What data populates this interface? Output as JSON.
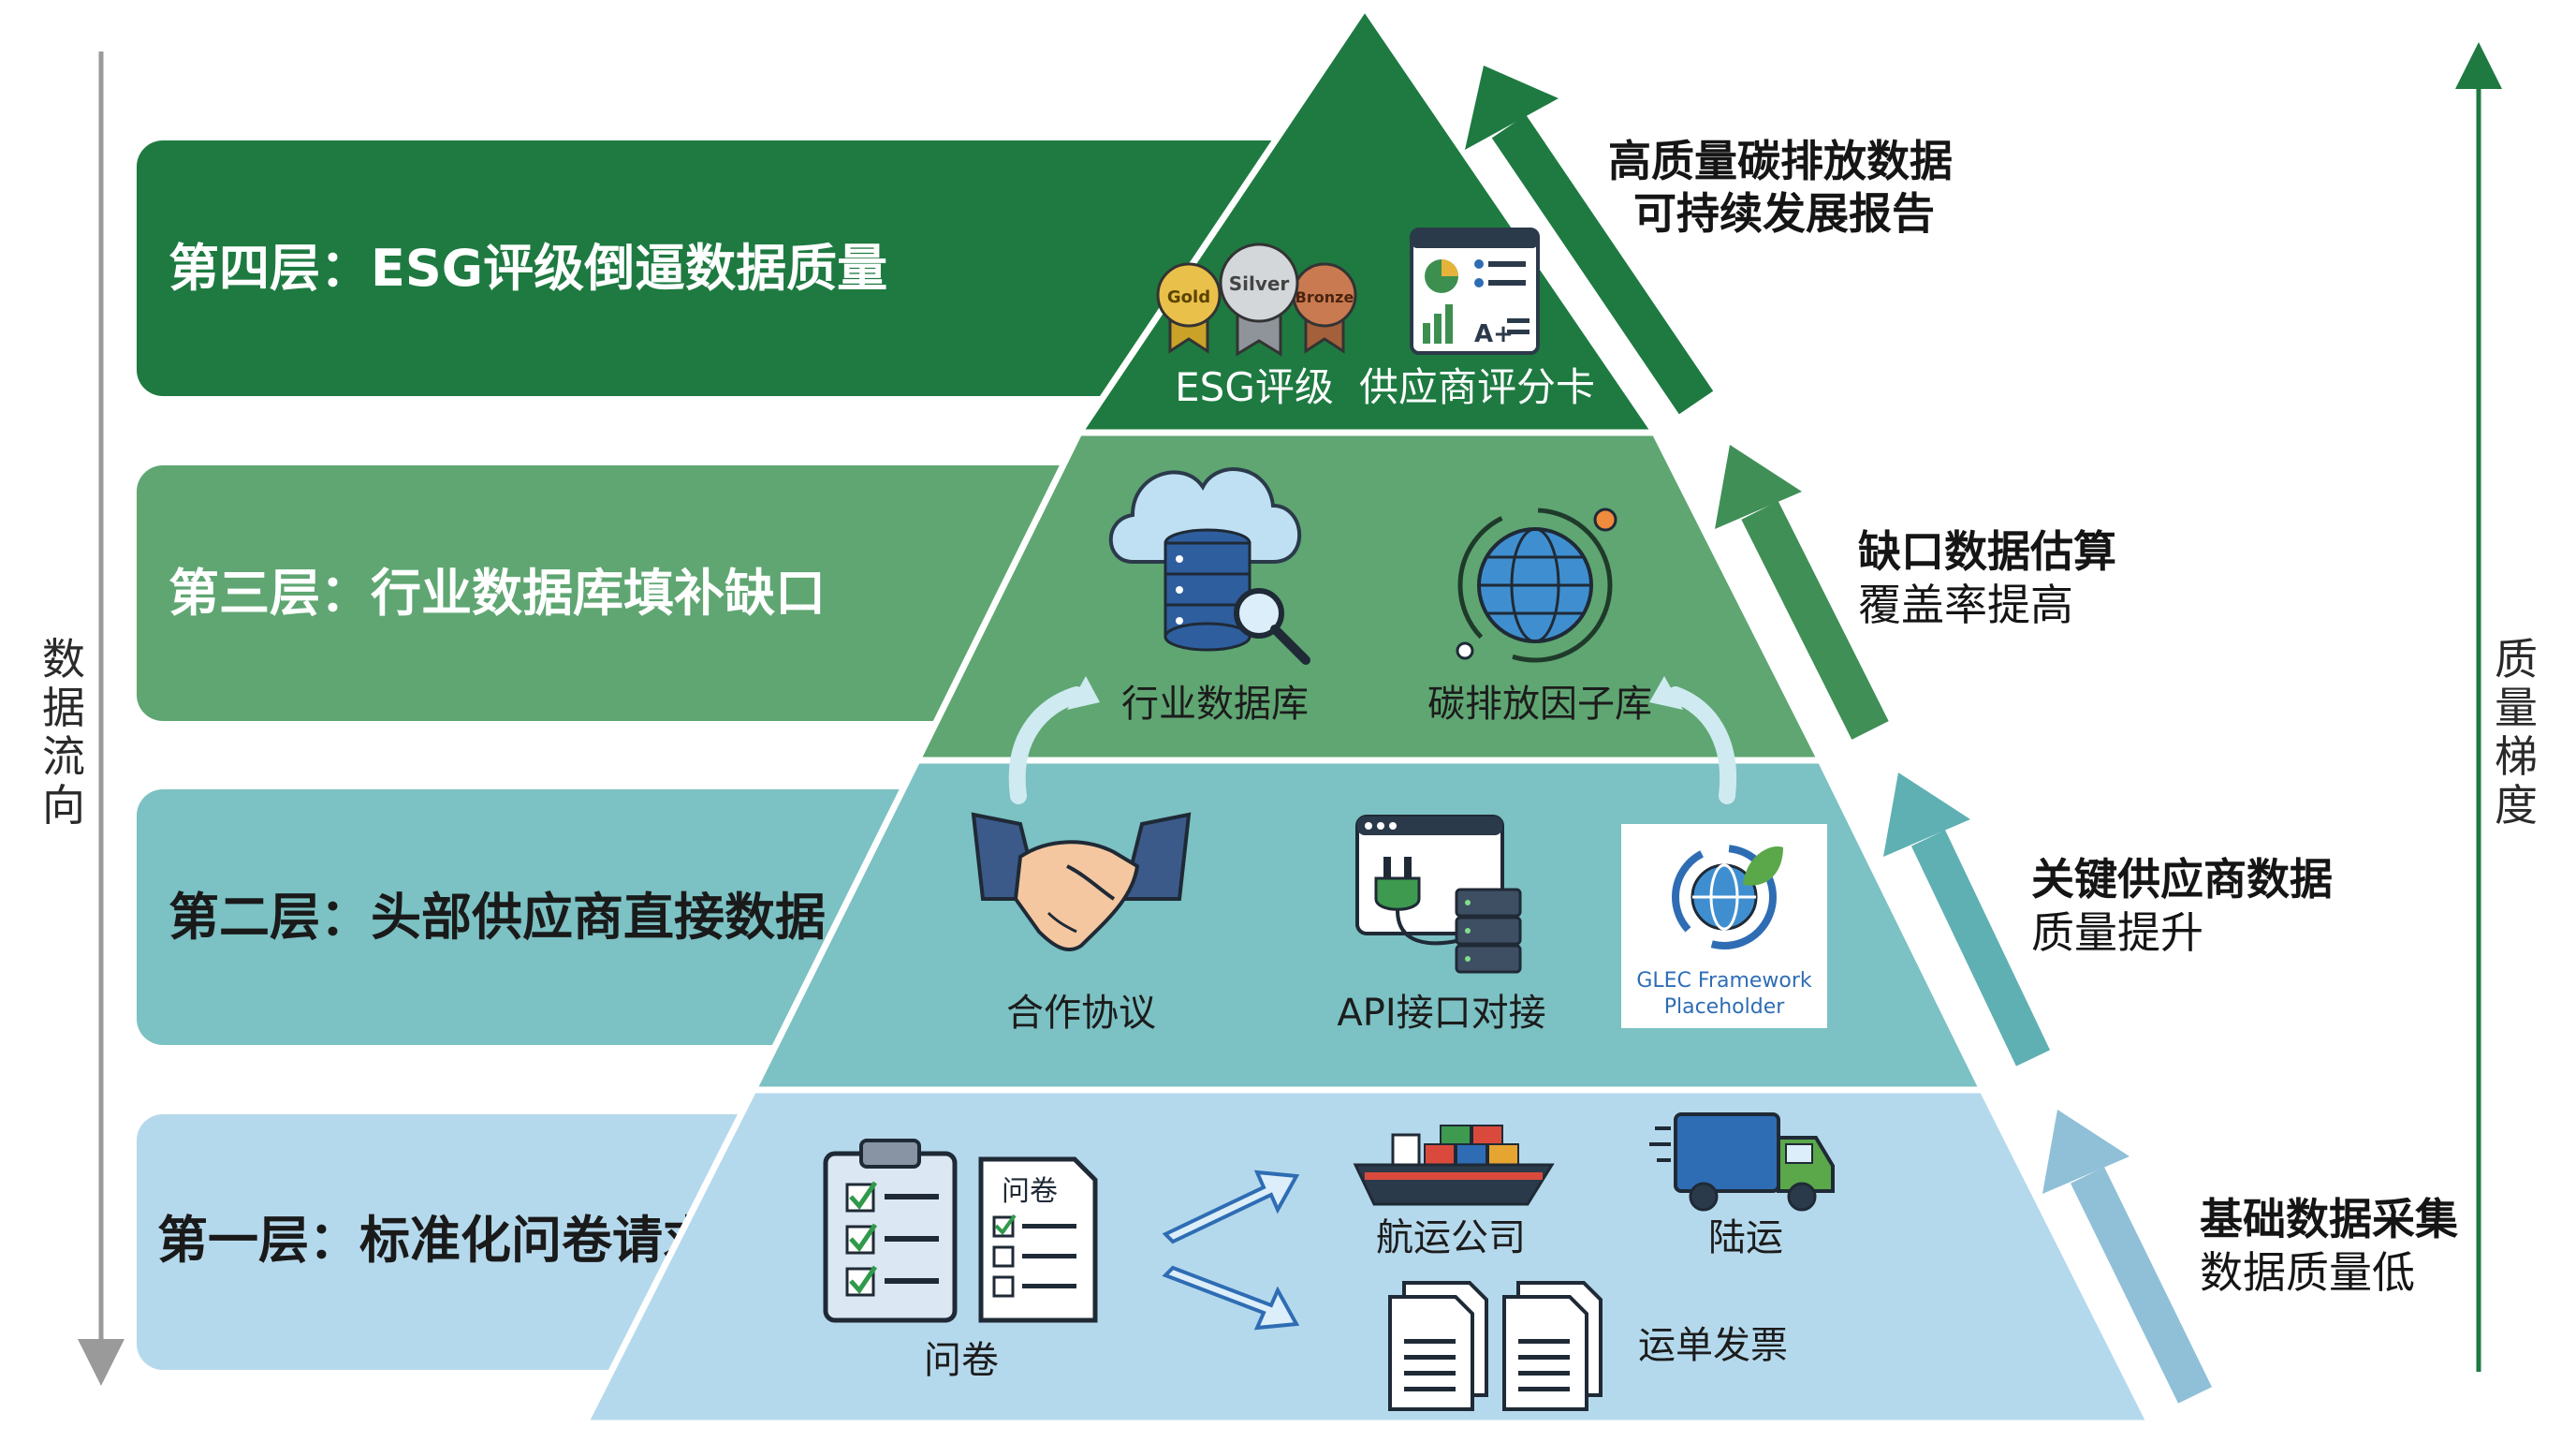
{
  "left_axis": {
    "chars": [
      "数",
      "据",
      "流",
      "向"
    ]
  },
  "right_axis": {
    "chars": [
      "质",
      "量",
      "梯",
      "度"
    ]
  },
  "layers": [
    {
      "band_label": "第四层：ESG评级倒逼数据质量",
      "color": "#1e7a41"
    },
    {
      "band_label": "第三层：行业数据库填补缺口",
      "color": "#5fa672"
    },
    {
      "band_label": "第二层：头部供应商直接数据",
      "color": "#7cc1c3"
    },
    {
      "band_label": "第一层：标准化问卷请求",
      "color": "#b5d9ec"
    }
  ],
  "pyramid": {
    "tier4": {
      "medals": [
        "Gold",
        "Silver",
        "Bronze"
      ],
      "labels": [
        "ESG评级",
        "供应商评分卡"
      ]
    },
    "tier3": {
      "labels": [
        "行业数据库",
        "碳排放因子库"
      ]
    },
    "tier2": {
      "labels": [
        "合作协议",
        "API接口对接"
      ],
      "glec_line1": "GLEC Framework",
      "glec_line2": "Placeholder"
    },
    "tier1": {
      "doc_title": "问卷",
      "labels": [
        "问卷",
        "航运公司",
        "陆运",
        "运单发票"
      ]
    }
  },
  "right_labels": [
    {
      "title": "高质量碳排放数据",
      "sub": "可持续发展报告"
    },
    {
      "title": "缺口数据估算",
      "sub": "覆盖率提高"
    },
    {
      "title": "关键供应商数据",
      "sub": "质量提升"
    },
    {
      "title": "基础数据采集",
      "sub": "数据质量低"
    }
  ],
  "icons": [
    "medal-icon",
    "scorecard-icon",
    "cloud-database-icon",
    "magnifier-icon",
    "globe-icon",
    "handshake-icon",
    "api-plug-icon",
    "server-icon",
    "glec-logo",
    "clipboard-icon",
    "document-icon",
    "ship-icon",
    "truck-icon",
    "invoice-icon",
    "arrow-icon"
  ]
}
